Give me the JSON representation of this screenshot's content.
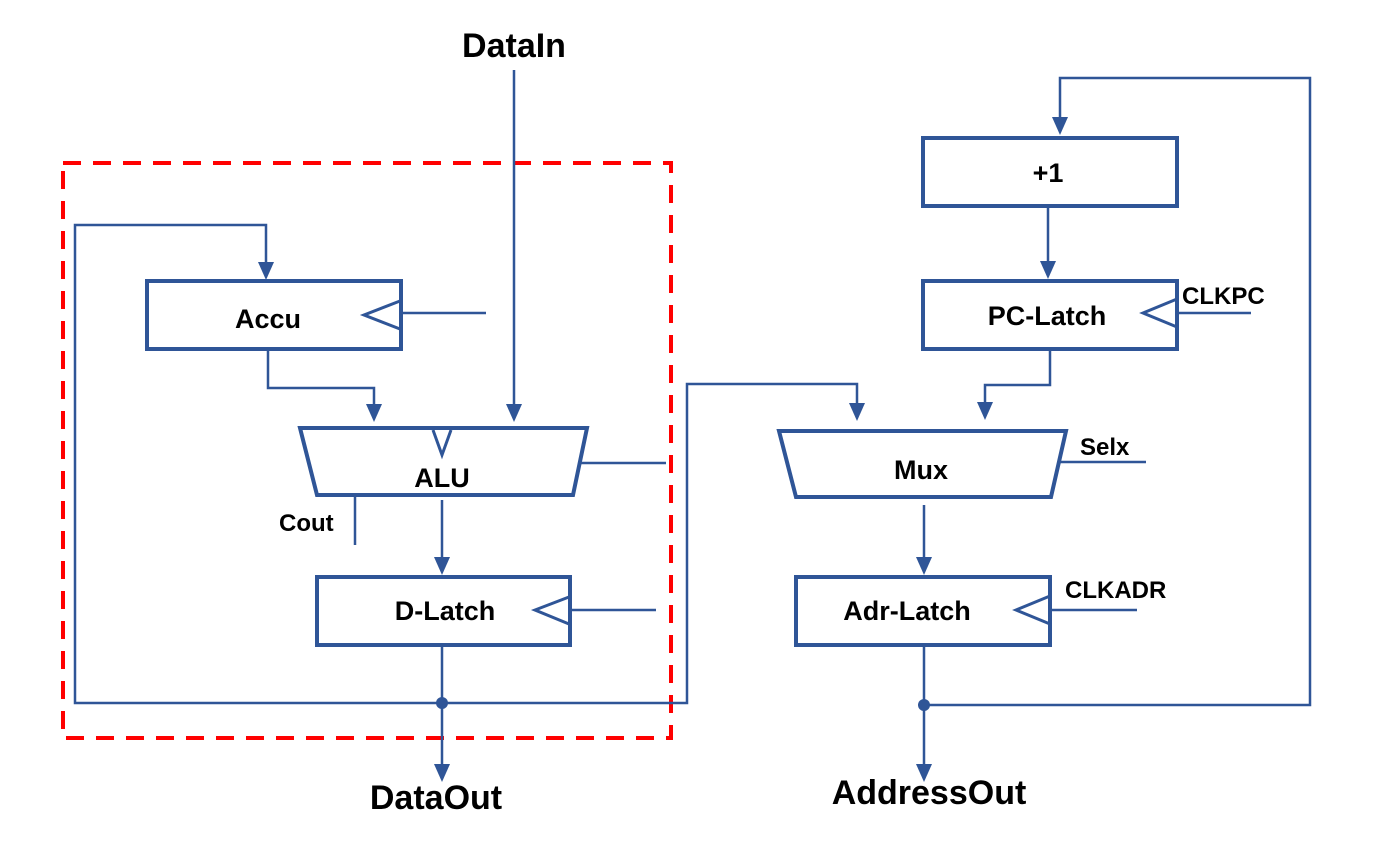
{
  "diagram": {
    "type": "block-diagram",
    "colors": {
      "wire": "#2F5597",
      "highlight": "#FF0000",
      "text": "#000000"
    },
    "io": {
      "data_in": "DataIn",
      "data_out": "DataOut",
      "address_out": "AddressOut"
    },
    "blocks": {
      "accu": "Accu",
      "alu": "ALU",
      "d_latch": "D-Latch",
      "plus_one": "+1",
      "pc_latch": "PC-Latch",
      "mux": "Mux",
      "adr_latch": "Adr-Latch"
    },
    "signals": {
      "cout": "Cout",
      "clkpc": "CLKPC",
      "selx": "Selx",
      "clkadr": "CLKADR"
    },
    "highlight_region": "dashed red box around Accu, ALU and D-Latch"
  }
}
